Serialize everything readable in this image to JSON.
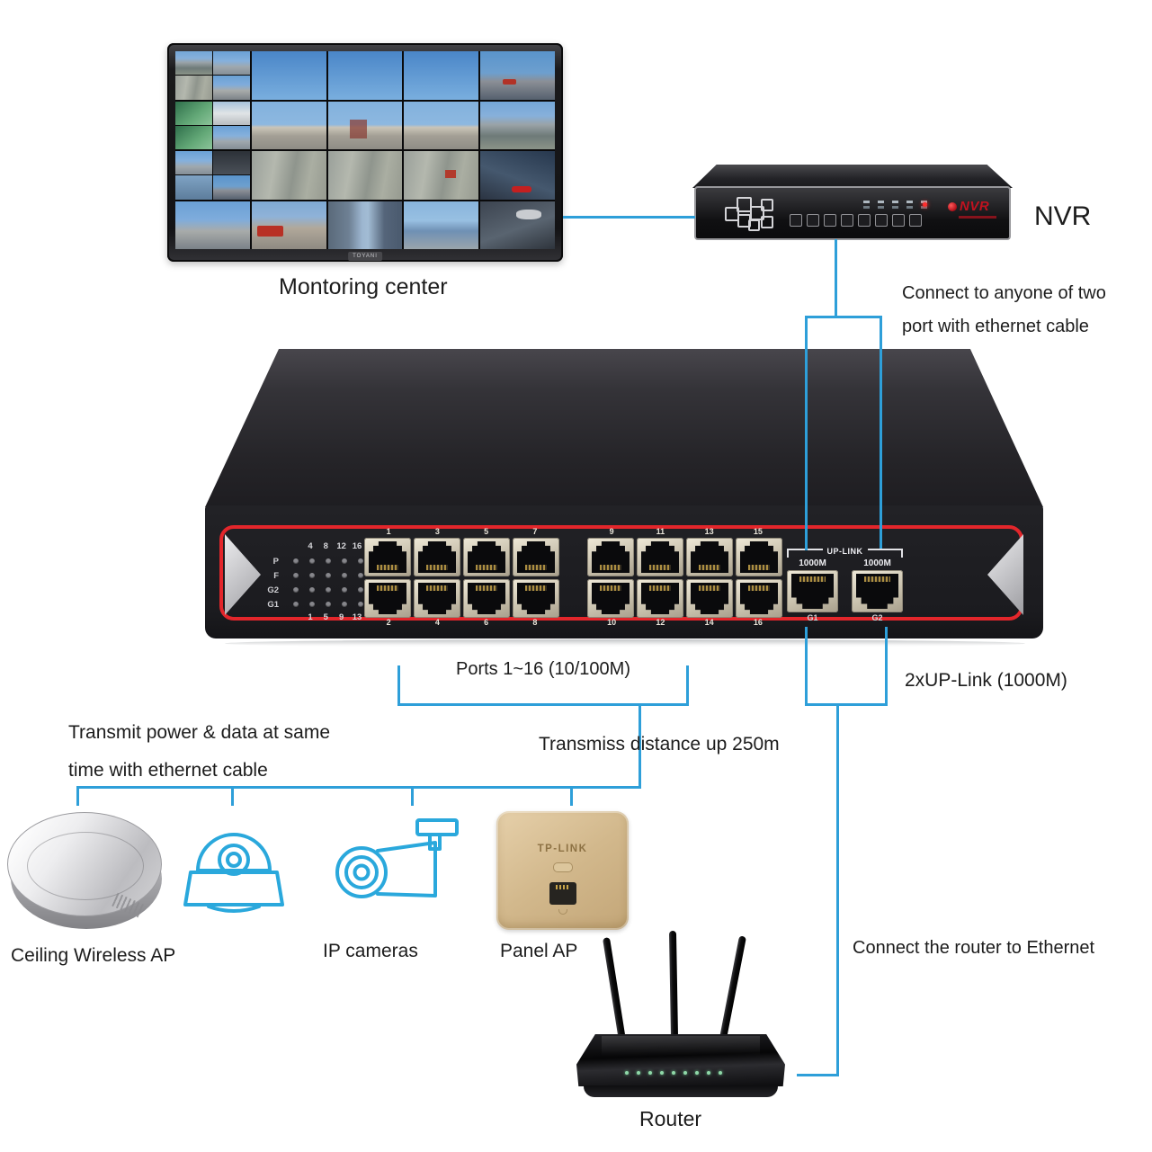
{
  "monitor": {
    "brand": "TOYANI",
    "label": "Montoring center"
  },
  "nvr": {
    "label": "NVR",
    "device_brand": "NVR",
    "note_line1": "Connect to anyone of two",
    "note_line2": "port with ethernet cable"
  },
  "switch": {
    "led": {
      "row_labels": [
        "P",
        "F",
        "G2",
        "G1"
      ],
      "col_headers": [
        "4",
        "8",
        "12",
        "16"
      ],
      "col_footers": [
        "1",
        "5",
        "9",
        "13"
      ]
    },
    "bank1_top": [
      "1",
      "3",
      "5",
      "7"
    ],
    "bank1_bottom": [
      "2",
      "4",
      "6",
      "8"
    ],
    "bank2_top": [
      "9",
      "11",
      "13",
      "15"
    ],
    "bank2_bottom": [
      "10",
      "12",
      "14",
      "16"
    ],
    "uplink": {
      "label": "UP-LINK",
      "speed_left": "1000M",
      "speed_right": "1000M",
      "name_left": "G1",
      "name_right": "G2"
    }
  },
  "annotations": {
    "ports_label": "Ports 1~16 (10/100M)",
    "uplink_label": "2xUP-Link (1000M)",
    "transmit_line1": "Transmit power & data at same",
    "transmit_line2": "time with ethernet cable",
    "distance_label": "Transmiss distance up 250m",
    "router_note": "Connect the router to Ethernet"
  },
  "devices": {
    "ceiling_ap_label": "Ceiling Wireless AP",
    "ip_camera_label": "IP cameras",
    "panel_ap_label": "Panel AP",
    "panel_ap_brand": "TP-LINK",
    "router_label": "Router"
  },
  "colors": {
    "connector": "#2e9fd9",
    "switch_border": "#e3262b",
    "nvr_red": "#c1121f",
    "icon_blue": "#2aa8dc"
  }
}
